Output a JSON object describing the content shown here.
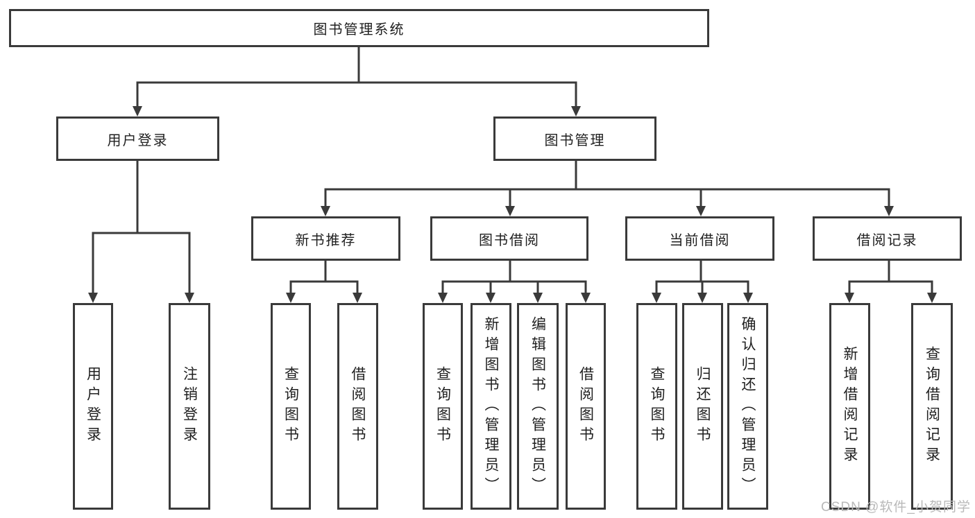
{
  "tree": {
    "root": "图书管理系统",
    "branches": [
      {
        "label": "用户登录",
        "leaves": [
          "用户登录",
          "注销登录"
        ]
      },
      {
        "label": "图书管理",
        "groups": [
          {
            "label": "新书推荐",
            "leaves": [
              "查询图书",
              "借阅图书"
            ]
          },
          {
            "label": "图书借阅",
            "leaves": [
              "查询图书",
              "新增图书（管理员）",
              "编辑图书（管理员）",
              "借阅图书"
            ]
          },
          {
            "label": "当前借阅",
            "leaves": [
              "查询图书",
              "归还图书",
              "确认归还（管理员）"
            ]
          },
          {
            "label": "借阅记录",
            "leaves": [
              "新增借阅记录",
              "查询借阅记录"
            ]
          }
        ]
      }
    ]
  },
  "watermark": {
    "text": "CSDN @软件_小贺同学"
  },
  "colors": {
    "line": "#3a3a3a",
    "text": "#1f1f1f",
    "watermark": "#b9b9b9",
    "background": "#ffffff"
  }
}
